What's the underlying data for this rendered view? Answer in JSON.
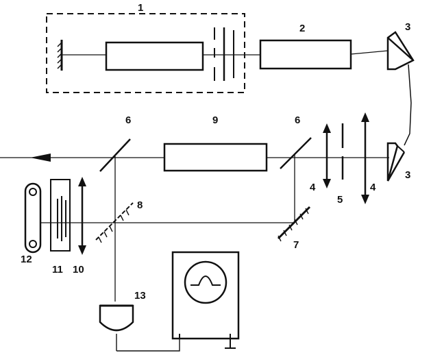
{
  "labels": {
    "l1": "1",
    "l2": "2",
    "l3a": "3",
    "l3b": "3",
    "l4a": "4",
    "l4b": "4",
    "l5": "5",
    "l6a": "6",
    "l6b": "6",
    "l7": "7",
    "l8": "8",
    "l9": "9",
    "l10": "10",
    "l11": "11",
    "l12": "12",
    "l13": "13"
  },
  "colors": {
    "ink": "#111111",
    "paper": "#ffffff"
  }
}
